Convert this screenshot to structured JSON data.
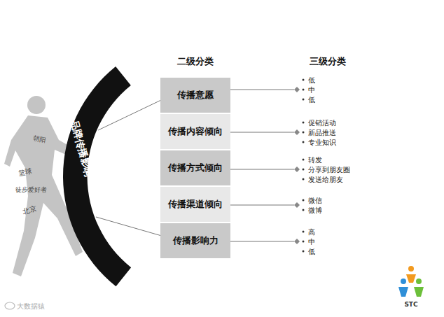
{
  "diagram": {
    "nodes": [
      {
        "text": [
          "6.品牌传播影响"
        ]
      },
      {
        "text": [
          "传播意愿"
        ]
      },
      {
        "text": [
          "传播内容倾向"
        ]
      },
      {
        "text": [
          "传播方式倾向"
        ]
      },
      {
        "text": [
          "传播渠道倾向"
        ]
      },
      {
        "text": [
          "传播影响力"
        ]
      }
    ],
    "edges": [
      {
        "from": 0,
        "to": 1,
        "arrow": "none"
      },
      {
        "from": 0,
        "to": 5,
        "arrow": "none"
      }
    ],
    "labels": [
      "二级分类",
      "三级分类",
      "低",
      "中",
      "低",
      "促销活动",
      "新品推送",
      "专业知识",
      "转发",
      "分享到朋友圈",
      "发送给朋友",
      "微信",
      "微博",
      "高",
      "中",
      "低",
      "篮球",
      "北京",
      "徒步爱好者",
      "朝阳",
      "STC",
      "大数据猿"
    ]
  }
}
